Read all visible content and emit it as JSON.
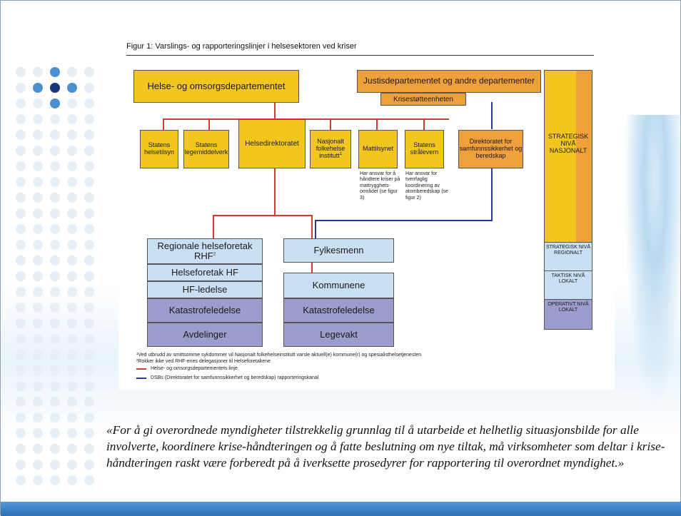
{
  "figure": {
    "title": "Figur 1: Varslings- og rapporteringslinjer i helsesektoren ved kriser",
    "boxes": {
      "hod": "Helse- og omsorgsdepartementet",
      "jd": "Justisdepartementet og andre departementer",
      "krisestotte": "Krisestøtteenheten",
      "helsetilsyn": "Statens helsetilsyn",
      "legemiddelverk": "Statens legemiddelverk",
      "helsedirektoratet": "Helsedirektoratet",
      "folkehelse": "Nasjonalt folkehelse institutt",
      "folkehelse_sup": "1",
      "mattilsynet": "Mattilsynet",
      "stralevern": "Statens strålevern",
      "dsb": "Direktoratet for samfunnssikkerhet og beredskap",
      "rhf": "Regionale helseforetak RHF",
      "rhf_sup": "2",
      "hf": "Helseforetak HF",
      "hf_ledelse": "HF-ledelse",
      "katastrofe_left": "Katastrofeledelse",
      "avdelinger": "Avdelinger",
      "fylkesmenn": "Fylkesmenn",
      "kommunene": "Kommunene",
      "katastrofe_right": "Katastrofeledelse",
      "legevakt": "Legevakt"
    },
    "notes": {
      "mattilsynet": "Har ansvar for å håndtere kriser på mattrygghets-området (se figur 3)",
      "stralevern": "Har ansvar for tverrfaglig koordinering av atomberedskap (se figur 2)"
    },
    "levels": {
      "strategisk_nasjonalt": "STRATEGISK NIVÅ NASJONALT",
      "strategisk_regionalt": "STRATEGISK NIVÅ REGIONALT",
      "taktisk_lokalt": "TAKTISK NIVÅ LOKALT",
      "operativt_lokalt": "OPERATIVT NIVÅ LOKALT"
    },
    "footnotes": [
      "¹Ved utbrudd av smittsomme sykdommer vil Nasjonalt folkehelseinstitutt varsle aktuell(e) kommune(r) og spesialisthelsetjenesten",
      "²Rokker ikke ved RHF-enes delegasjoner til Helseforetakene"
    ],
    "legend": [
      {
        "label": "Helse- og omsorgsdepartementets linje",
        "color": "#d63a2e"
      },
      {
        "label": "DSBs (Direktoratet for samfunnssikkerhet og beredskap) rapporteringskanal",
        "color": "#2b3a8f"
      }
    ]
  },
  "quote": "«For å gi overordnede myndigheter tilstrekkelig grunnlag til å utarbeide et helhetlig situasjonsbilde for alle involverte, koordinere krise-håndteringen og å fatte beslutning om nye tiltak, må virksomheter som deltar i krise-håndteringen raskt være forberedt på å iverksette prosedyrer for rapportering til overordnet myndighet.»",
  "colors": {
    "yellow": "#f3c61f",
    "orange": "#f0a03a",
    "light_blue": "#c9dff3",
    "purple": "#9c9dcc",
    "red_line": "#d63a2e",
    "blue_line": "#2b3a8f",
    "bottom_bar": "#3f84c8"
  }
}
